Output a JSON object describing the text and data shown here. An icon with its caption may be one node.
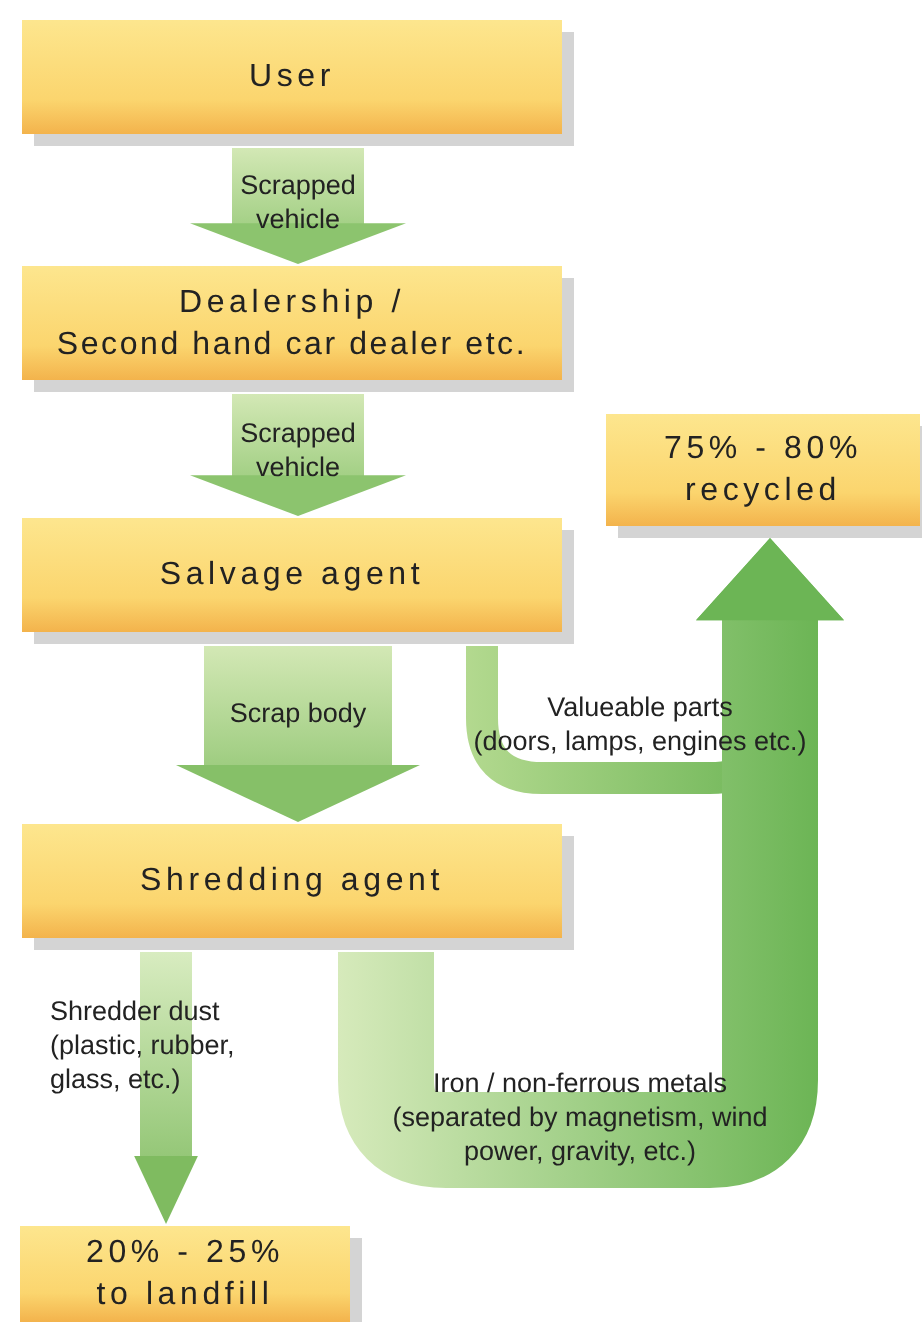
{
  "diagram": {
    "nodes": [
      {
        "text": [
          "User"
        ]
      },
      {
        "text": [
          "Dealership /",
          "Second hand car dealer etc."
        ]
      },
      {
        "text": [
          "Salvage agent"
        ]
      },
      {
        "text": [
          "75% - 80% recycled"
        ]
      },
      {
        "text": [
          "Shredding agent"
        ]
      },
      {
        "text": [
          "20% - 25% to landfill"
        ]
      }
    ],
    "edges": [
      {
        "from": 0,
        "to": 1,
        "arrow": "to",
        "label": "Scrapped vehicle"
      },
      {
        "from": 1,
        "to": 2,
        "arrow": "to",
        "label": "Scrapped vehicle"
      },
      {
        "from": 2,
        "to": 4,
        "arrow": "to",
        "label": "Scrap body"
      },
      {
        "from": 2,
        "to": 3,
        "arrow": "to",
        "label": "Valueable parts (doors, lamps, engines etc.)"
      },
      {
        "from": 4,
        "to": 3,
        "arrow": "to",
        "label": "Iron / non-ferrous metals (separated by magnetism, wind power, gravity, etc.)"
      },
      {
        "from": 4,
        "to": 5,
        "arrow": "to",
        "label": "Shredder dust (plastic, rubber, glass, etc.)"
      }
    ]
  }
}
